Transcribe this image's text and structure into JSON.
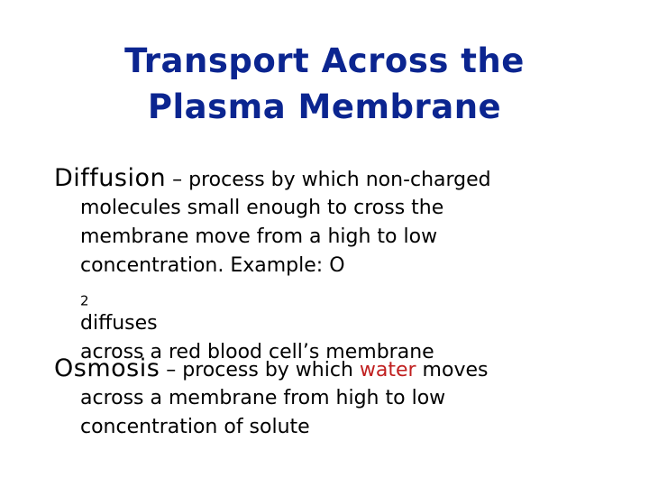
{
  "title": {
    "line1": "Transport Across the",
    "line2": "Plasma Membrane"
  },
  "diffusion": {
    "term": "Diffusion",
    "dash": " – ",
    "first_line": "process by which non-charged",
    "line2": "molecules small enough to cross the",
    "line3": "membrane move from a high to low",
    "line4_pre": "concentration.  Example:  O",
    "line4_sub": "2",
    "line4_post": " diffuses",
    "line5": "across a red blood cell’s membrane"
  },
  "osmosis": {
    "term": "Osmosis",
    "dash": " – ",
    "first_pre": "process by which ",
    "highlight": "water",
    "first_post": " moves",
    "line2": "across a membrane from high to low",
    "line3": "concentration of solute"
  },
  "colors": {
    "title": "#0b2590",
    "highlight": "#c01f1f",
    "body": "#000000"
  }
}
